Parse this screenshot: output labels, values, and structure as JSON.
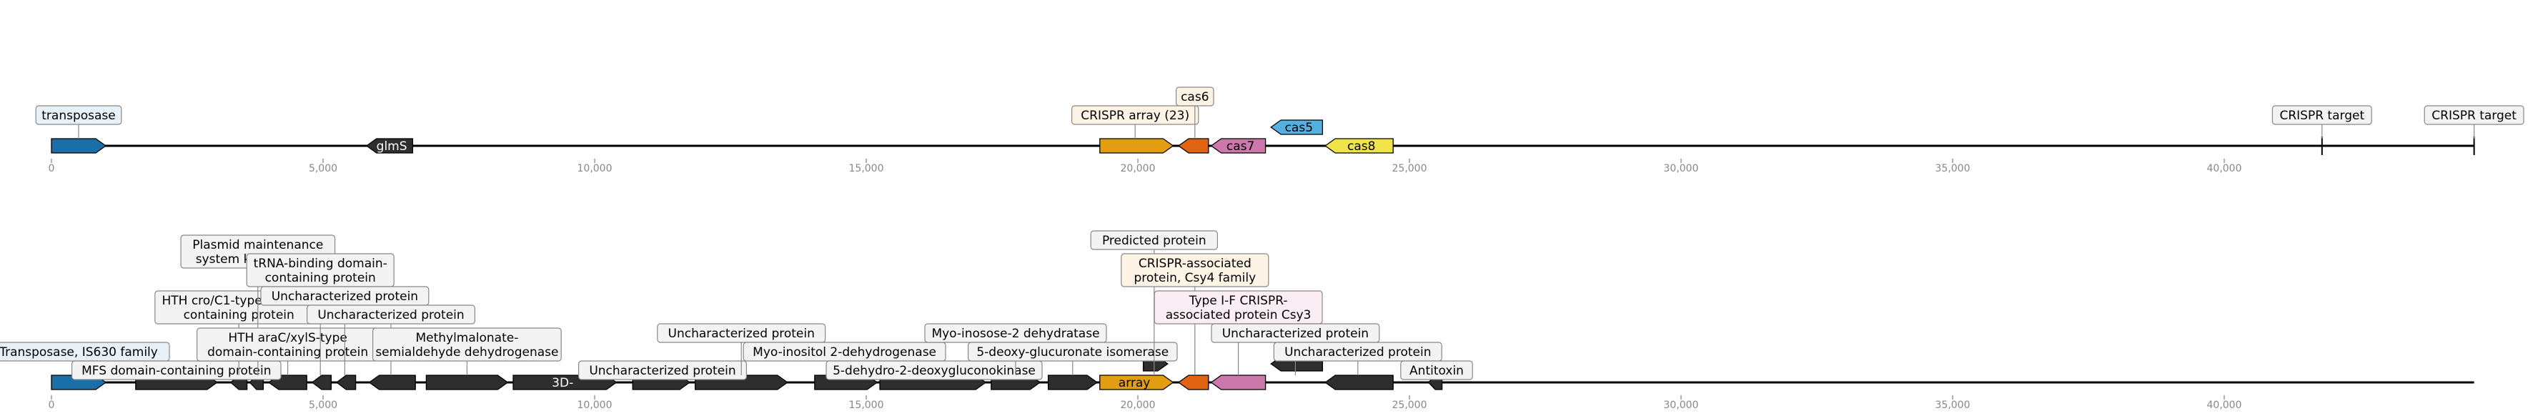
{
  "colors": {
    "transposase": "#1a6fa8",
    "dark": "#2e2e2e",
    "crispr_array": "#e39d12",
    "cas6": "#e06412",
    "cas7": "#cc78aa",
    "cas5": "#54b0df",
    "cas8": "#f0e44a",
    "neutral_box": "#f3f3f3",
    "blue_box": "#e8f1f8",
    "orange_box": "#fdf4e6",
    "pink_box": "#faedf4"
  },
  "axis": {
    "ticks": [
      0,
      5000,
      10000,
      15000,
      20000,
      25000,
      30000,
      35000,
      40000
    ],
    "tick_labels": [
      "0",
      "5,000",
      "10,000",
      "15,000",
      "20,000",
      "25,000",
      "30,000",
      "35,000",
      "40,000"
    ]
  },
  "tracks": [
    {
      "length": 44600,
      "features": [
        {
          "id": "t1f1",
          "start": 0,
          "end": 1000,
          "strand": 1,
          "color": "transposase",
          "label": ""
        },
        {
          "id": "t1f2",
          "start": 5800,
          "end": 6650,
          "strand": -1,
          "color": "dark",
          "label": "glmS",
          "text_color": "#ffffff"
        },
        {
          "id": "t1f3",
          "start": 19300,
          "end": 20650,
          "strand": 1,
          "color": "crispr_array",
          "label": ""
        },
        {
          "id": "t1f4",
          "start": 20750,
          "end": 21300,
          "strand": -1,
          "color": "cas6",
          "label": ""
        },
        {
          "id": "t1f5",
          "start": 21350,
          "end": 22350,
          "strand": -1,
          "color": "cas7",
          "label": "cas7",
          "text_color": "#000000"
        },
        {
          "id": "t1f6",
          "start": 22450,
          "end": 23400,
          "strand": -1,
          "color": "cas5",
          "label": "cas5",
          "text_color": "#000000",
          "row": 1
        },
        {
          "id": "t1f7",
          "start": 23450,
          "end": 24700,
          "strand": -1,
          "color": "cas8",
          "label": "cas8",
          "text_color": "#000000"
        }
      ],
      "targets": [
        {
          "id": "tg1",
          "pos": 41800,
          "label": "CRISPR target"
        },
        {
          "id": "tg2",
          "pos": 44600,
          "label": "CRISPR target"
        }
      ],
      "annotations": [
        {
          "id": "a1",
          "pos": 500,
          "level": 0,
          "lines": [
            "transposase"
          ],
          "box": "blue_box"
        },
        {
          "id": "a2",
          "pos": 19950,
          "level": 0,
          "lines": [
            "CRISPR array (23)"
          ],
          "box": "orange_box"
        },
        {
          "id": "a3",
          "pos": 21050,
          "level": 1,
          "lines": [
            "cas6"
          ],
          "box": "orange_box"
        }
      ]
    },
    {
      "length": 44600,
      "features": [
        {
          "id": "t2f1",
          "start": 0,
          "end": 1000,
          "strand": 1,
          "color": "transposase",
          "label": ""
        },
        {
          "id": "t2f2",
          "start": 1550,
          "end": 3050,
          "strand": 1,
          "color": "dark",
          "label": ""
        },
        {
          "id": "t2f3",
          "start": 3300,
          "end": 3600,
          "strand": -1,
          "color": "dark",
          "label": ""
        },
        {
          "id": "t2f4",
          "start": 3650,
          "end": 3900,
          "strand": -1,
          "color": "dark",
          "label": ""
        },
        {
          "id": "t2f5",
          "start": 4000,
          "end": 4700,
          "strand": -1,
          "color": "dark",
          "label": ""
        },
        {
          "id": "t2f6",
          "start": 4800,
          "end": 5150,
          "strand": -1,
          "color": "dark",
          "label": ""
        },
        {
          "id": "t2f7",
          "start": 5250,
          "end": 5600,
          "strand": -1,
          "color": "dark",
          "label": ""
        },
        {
          "id": "t2f8",
          "start": 5850,
          "end": 6700,
          "strand": -1,
          "color": "dark",
          "label": ""
        },
        {
          "id": "t2f9",
          "start": 6900,
          "end": 8400,
          "strand": 1,
          "color": "dark",
          "label": ""
        },
        {
          "id": "t2f10",
          "start": 8500,
          "end": 10400,
          "strand": 1,
          "color": "dark",
          "label": "3D-",
          "text_color": "#ffffff"
        },
        {
          "id": "t2f11",
          "start": 10700,
          "end": 11750,
          "strand": 1,
          "color": "dark",
          "label": ""
        },
        {
          "id": "t2f12",
          "start": 11850,
          "end": 13550,
          "strand": 1,
          "color": "dark",
          "label": ""
        },
        {
          "id": "t2f13",
          "start": 14050,
          "end": 15200,
          "strand": 1,
          "color": "dark",
          "label": ""
        },
        {
          "id": "t2f14",
          "start": 15250,
          "end": 17200,
          "strand": 1,
          "color": "dark",
          "label": ""
        },
        {
          "id": "t2f15",
          "start": 17300,
          "end": 18200,
          "strand": 1,
          "color": "dark",
          "label": ""
        },
        {
          "id": "t2f16",
          "start": 18350,
          "end": 19250,
          "strand": 1,
          "color": "dark",
          "label": ""
        },
        {
          "id": "t2f17",
          "start": 19300,
          "end": 20650,
          "strand": 1,
          "color": "crispr_array",
          "label": "array",
          "text_color": "#000000"
        },
        {
          "id": "t2f18",
          "start": 20100,
          "end": 20550,
          "strand": 1,
          "color": "dark",
          "label": "",
          "row": 1
        },
        {
          "id": "t2f19",
          "start": 20750,
          "end": 21300,
          "strand": -1,
          "color": "cas6",
          "label": ""
        },
        {
          "id": "t2f20",
          "start": 21350,
          "end": 22350,
          "strand": -1,
          "color": "cas7",
          "label": ""
        },
        {
          "id": "t2f21",
          "start": 22450,
          "end": 23400,
          "strand": -1,
          "color": "dark",
          "label": "",
          "row": 1
        },
        {
          "id": "t2f22",
          "start": 23450,
          "end": 24700,
          "strand": -1,
          "color": "dark",
          "label": ""
        },
        {
          "id": "t2f23",
          "start": 25350,
          "end": 25600,
          "strand": -1,
          "color": "dark",
          "label": ""
        }
      ],
      "targets": [],
      "annotations": [
        {
          "id": "b1",
          "pos": 500,
          "level": 0,
          "lines": [
            "Transposase, IS630 family"
          ],
          "box": "blue_box"
        },
        {
          "id": "b2",
          "pos": 2300,
          "level": -1,
          "lines": [
            "MFS domain-containing protein"
          ],
          "box": "neutral_box"
        },
        {
          "id": "b3",
          "pos": 3450,
          "level": 2,
          "lines": [
            "HTH cro/C1-type domain-",
            "containing protein"
          ],
          "box": "neutral_box"
        },
        {
          "id": "b4",
          "pos": 3800,
          "level": 5,
          "lines": [
            "Plasmid maintenance",
            "system killer protein"
          ],
          "box": "neutral_box"
        },
        {
          "id": "b5",
          "pos": 4350,
          "level": 0,
          "lines": [
            "HTH araC/xylS-type",
            "domain-containing protein"
          ],
          "box": "neutral_box"
        },
        {
          "id": "b6",
          "pos": 4950,
          "level": 4,
          "lines": [
            "tRNA-binding domain-",
            "containing protein"
          ],
          "box": "neutral_box"
        },
        {
          "id": "b7",
          "pos": 5400,
          "level": 3,
          "lines": [
            "Uncharacterized protein"
          ],
          "box": "neutral_box"
        },
        {
          "id": "b8",
          "pos": 6250,
          "level": 2,
          "lines": [
            "Uncharacterized protein"
          ],
          "box": "neutral_box"
        },
        {
          "id": "b9",
          "pos": 7650,
          "level": 0,
          "lines": [
            "Methylmalonate-",
            "semialdehyde dehydrogenase"
          ],
          "box": "neutral_box"
        },
        {
          "id": "b10",
          "pos": 11250,
          "level": -1,
          "lines": [
            "Uncharacterized protein"
          ],
          "box": "neutral_box"
        },
        {
          "id": "b11",
          "pos": 12700,
          "level": 1,
          "lines": [
            "Uncharacterized protein"
          ],
          "box": "neutral_box"
        },
        {
          "id": "b12",
          "pos": 14600,
          "level": 0,
          "lines": [
            "Myo-inositol 2-dehydrogenase"
          ],
          "box": "neutral_box"
        },
        {
          "id": "b13",
          "pos": 16250,
          "level": -1,
          "lines": [
            "5-dehydro-2-deoxygluconokinase"
          ],
          "box": "neutral_box"
        },
        {
          "id": "b14",
          "pos": 17750,
          "level": 1,
          "lines": [
            "Myo-inosose-2 dehydratase"
          ],
          "box": "neutral_box"
        },
        {
          "id": "b15",
          "pos": 18800,
          "level": 0,
          "lines": [
            "5-deoxy-glucuronate isomerase"
          ],
          "box": "neutral_box"
        },
        {
          "id": "b16",
          "pos": 20300,
          "level": 6,
          "lines": [
            "Predicted protein"
          ],
          "box": "neutral_box"
        },
        {
          "id": "b17",
          "pos": 21050,
          "level": 4,
          "lines": [
            "CRISPR-associated",
            "protein, Csy4 family"
          ],
          "box": "orange_box"
        },
        {
          "id": "b18",
          "pos": 21850,
          "level": 2,
          "lines": [
            "Type I-F CRISPR-",
            "associated protein Csy3"
          ],
          "box": "pink_box"
        },
        {
          "id": "b19",
          "pos": 22900,
          "level": 1,
          "lines": [
            "Uncharacterized protein"
          ],
          "box": "neutral_box"
        },
        {
          "id": "b20",
          "pos": 24050,
          "level": 0,
          "lines": [
            "Uncharacterized protein"
          ],
          "box": "neutral_box"
        },
        {
          "id": "b21",
          "pos": 25500,
          "level": -1,
          "lines": [
            "Antitoxin"
          ],
          "box": "neutral_box"
        }
      ]
    }
  ]
}
